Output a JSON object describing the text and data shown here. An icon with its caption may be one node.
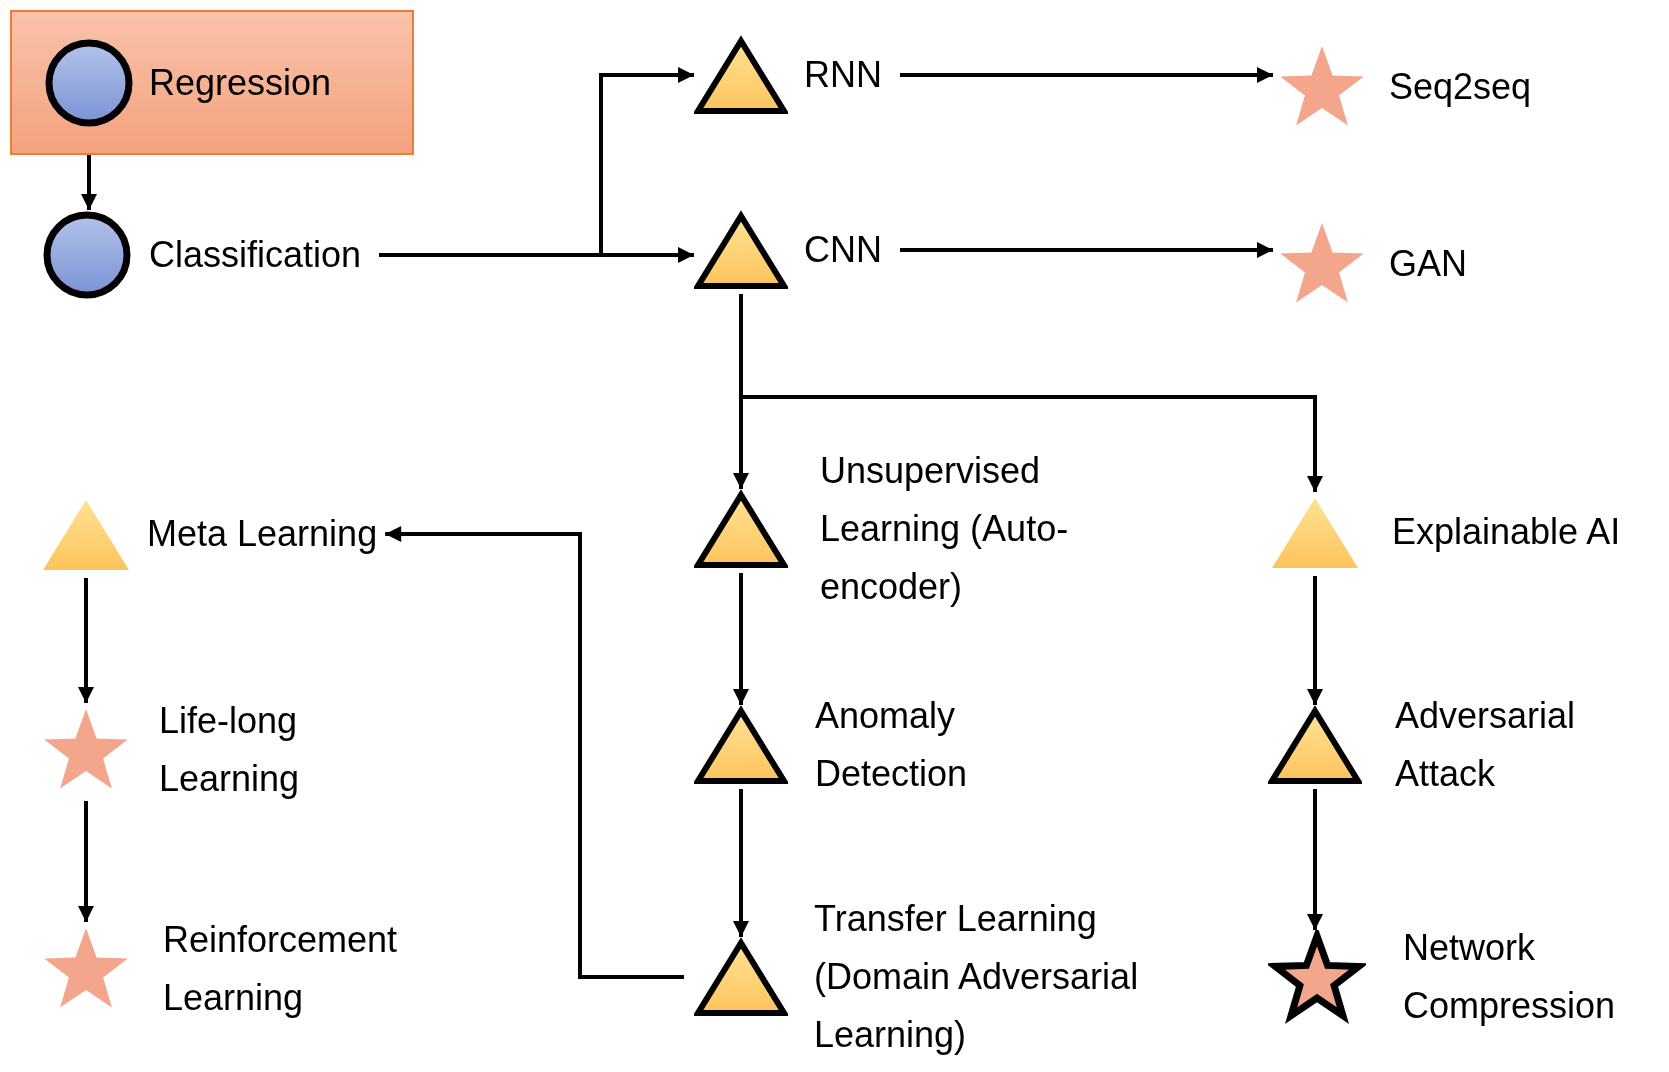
{
  "diagram": {
    "nodes": [
      {
        "text": [],
        "shape": "box"
      },
      {
        "text": [
          "Regression"
        ],
        "in": 0
      },
      {
        "text": [
          "Classification"
        ]
      },
      {
        "text": [
          "RNN"
        ]
      },
      {
        "text": [
          "Seq2seq"
        ]
      },
      {
        "text": [
          "CNN"
        ]
      },
      {
        "text": [
          "GAN"
        ]
      },
      {
        "text": [
          "Meta Learning"
        ]
      },
      {
        "text": [
          "Unsupervised Learning (Auto-encoder)"
        ]
      },
      {
        "text": [
          "Explainable AI"
        ]
      },
      {
        "text": [
          "Life-long Learning"
        ]
      },
      {
        "text": [
          "Anomaly Detection"
        ]
      },
      {
        "text": [
          "Adversarial Attack"
        ]
      },
      {
        "text": [
          "Reinforcement Learning"
        ]
      },
      {
        "text": [
          "Transfer Learning (Domain Adversarial Learning)"
        ]
      },
      {
        "text": [
          "Network Compression"
        ]
      }
    ],
    "edges": [
      {
        "from": 1,
        "to": 2,
        "arrow": "to"
      },
      {
        "from": 2,
        "to": 3,
        "arrow": "to"
      },
      {
        "from": 2,
        "to": 5,
        "arrow": "to"
      },
      {
        "from": 3,
        "to": 4,
        "arrow": "to"
      },
      {
        "from": 5,
        "to": 6,
        "arrow": "to"
      },
      {
        "from": 5,
        "to": 8,
        "arrow": "to"
      },
      {
        "from": 5,
        "to": 9,
        "arrow": "to"
      },
      {
        "from": 8,
        "to": 11,
        "arrow": "to"
      },
      {
        "from": 11,
        "to": 14,
        "arrow": "to"
      },
      {
        "from": 14,
        "to": 7,
        "arrow": "to"
      },
      {
        "from": 7,
        "to": 10,
        "arrow": "to"
      },
      {
        "from": 10,
        "to": 13,
        "arrow": "to"
      },
      {
        "from": 9,
        "to": 12,
        "arrow": "to"
      },
      {
        "from": 12,
        "to": 15,
        "arrow": "to"
      }
    ]
  }
}
